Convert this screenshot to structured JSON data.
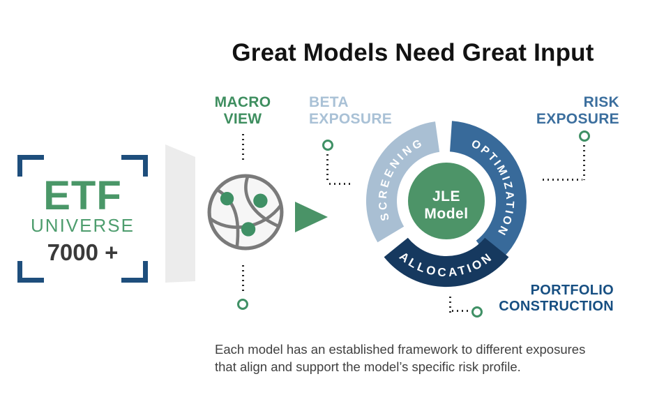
{
  "page": {
    "title": "Great Models Need Great Input",
    "background": "#ffffff"
  },
  "etf_card": {
    "acronym": "ETF",
    "subtitle": "UNIVERSE",
    "count": "7000 +",
    "bracket_color": "#1e4e7c",
    "green": "#4a9768"
  },
  "callouts": {
    "macro_view": {
      "line1": "MACRO",
      "line2": "VIEW",
      "color": "#3e8e5f"
    },
    "beta_exposure": {
      "line1": "BETA",
      "line2": "EXPOSURE",
      "color": "#a9c1d6"
    },
    "risk_exposure": {
      "line1": "RISK",
      "line2": "EXPOSURE",
      "color": "#3c6f9e"
    },
    "portfolio_construction": {
      "line1": "PORTFOLIO",
      "line2": "CONSTRUCTION",
      "color": "#174f82"
    }
  },
  "cycle": {
    "segments": [
      {
        "label": "SCREENING",
        "color": "#a9bfd3"
      },
      {
        "label": "OPTIMIZATION",
        "color": "#386a9a"
      },
      {
        "label": "ALLOCATION",
        "color": "#16395f"
      }
    ],
    "center": {
      "line1": "JLE",
      "line2": "Model",
      "color": "#4d9468"
    }
  },
  "icons": {
    "globe": "globe-network-icon",
    "arrow": "flow-arrow-icon",
    "connector_dot_color": "#3f9065",
    "dotted_line_color": "#2b2b2b"
  },
  "footnote": {
    "line1": "Each model has an established framework to different exposures",
    "line2": "that align and support the model’s specific risk profile."
  }
}
